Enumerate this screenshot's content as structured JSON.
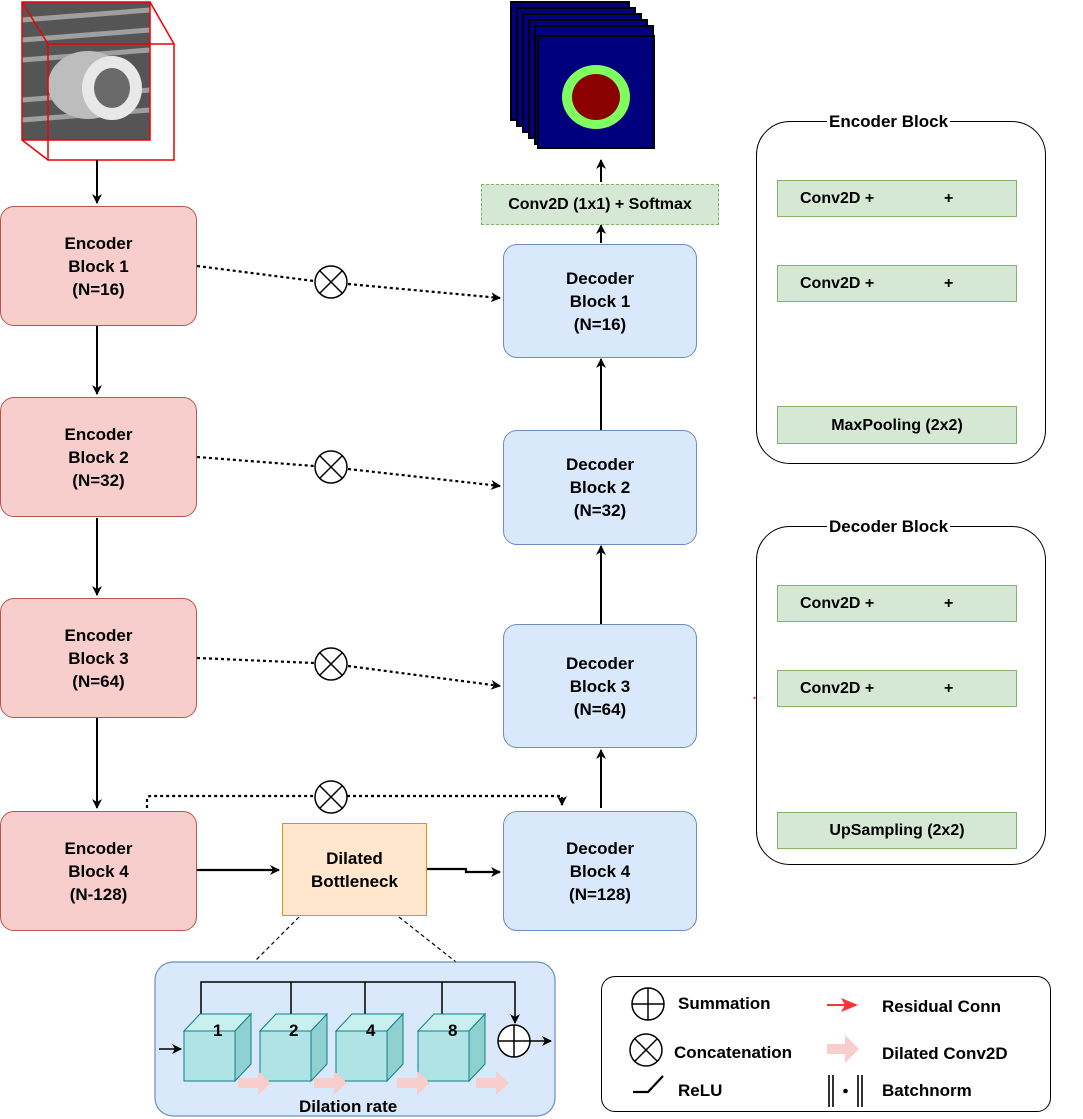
{
  "encoder": [
    {
      "label": "Encoder\nBlock 1\n(N=16)"
    },
    {
      "label": "Encoder\nBlock 2\n(N=32)"
    },
    {
      "label": "Encoder\nBlock 3\n(N=64)"
    },
    {
      "label": "Encoder\nBlock 4\n(N-128)"
    }
  ],
  "decoder": [
    {
      "label": "Decoder\nBlock 1\n(N=16)"
    },
    {
      "label": "Decoder\nBlock 2\n(N=32)"
    },
    {
      "label": "Decoder\nBlock 3\n(N=64)"
    },
    {
      "label": "Decoder\nBlock 4\n(N=128)"
    }
  ],
  "bottleneck": {
    "label": "Dilated\nBottleneck"
  },
  "output_layer": {
    "label": "Conv2D (1x1) + Softmax"
  },
  "encoder_panel": {
    "title": "Encoder Block",
    "conv1_prefix": "Conv2D +",
    "conv2_prefix": "Conv2D +",
    "plus": "+",
    "pool": "MaxPooling (2x2)"
  },
  "decoder_panel": {
    "title": "Decoder Block",
    "conv1_prefix": "Conv2D +",
    "conv2_prefix": "Conv2D +",
    "plus": "+",
    "up": "UpSampling (2x2)"
  },
  "dilation": {
    "rates": [
      "1",
      "2",
      "4",
      "8"
    ],
    "caption": "Dilation rate"
  },
  "legend": {
    "summation": "Summation",
    "residual": "Residual Conn",
    "concatenation": "Concatenation",
    "dilated": "Dilated Conv2D",
    "relu": "ReLU",
    "batchnorm": "Batchnorm"
  },
  "colors": {
    "encoder_fill": "#f8cecc",
    "decoder_fill": "#dae8fc",
    "bottleneck_fill": "#ffe6cc",
    "green_fill": "#d5e8d4",
    "residual_arrow": "#ff3333",
    "dilated_arrow": "#f8cecc",
    "seg_background": "#00007f",
    "seg_ring": "#7fff5f",
    "seg_core": "#8b0000"
  }
}
